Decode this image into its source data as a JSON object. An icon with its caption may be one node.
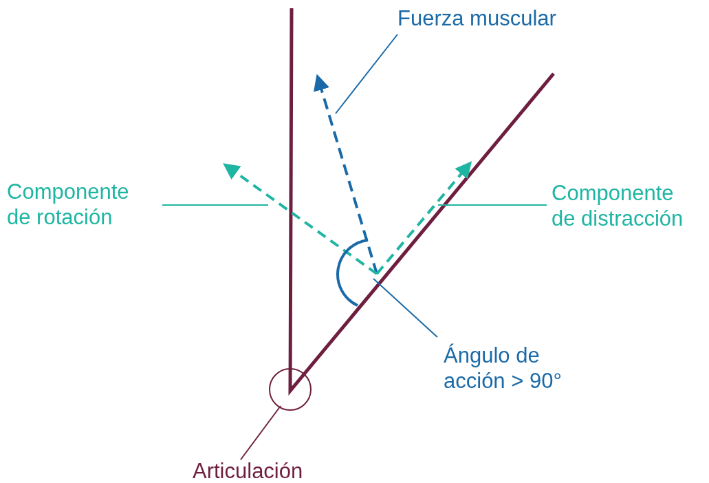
{
  "diagram": {
    "nodes": [
      {
        "text": [
          "Fuerza muscular"
        ]
      },
      {
        "text": [],
        "shape": "arrow"
      },
      {
        "text": [
          "Componente de rotación"
        ]
      },
      {
        "text": [],
        "shape": "arrow"
      },
      {
        "text": [
          "Componente de distracción"
        ]
      },
      {
        "text": [],
        "shape": "arrow"
      },
      {
        "text": [
          "Ángulo de acción > 90°"
        ]
      },
      {
        "text": [],
        "shape": "arc"
      },
      {
        "text": [
          "Articulación"
        ]
      },
      {
        "text": [],
        "shape": "circle"
      }
    ],
    "edges": [
      {
        "from": 0,
        "to": 1,
        "arrow": "none",
        "color": "#1a6aa8"
      },
      {
        "from": 2,
        "to": 3,
        "arrow": "none",
        "color": "#1fb5a3"
      },
      {
        "from": 4,
        "to": 5,
        "arrow": "none",
        "color": "#1fb5a3"
      },
      {
        "from": 6,
        "to": 7,
        "arrow": "none",
        "color": "#1a6aa8"
      },
      {
        "from": 8,
        "to": 9,
        "arrow": "none",
        "color": "#6e1f3f"
      }
    ]
  }
}
